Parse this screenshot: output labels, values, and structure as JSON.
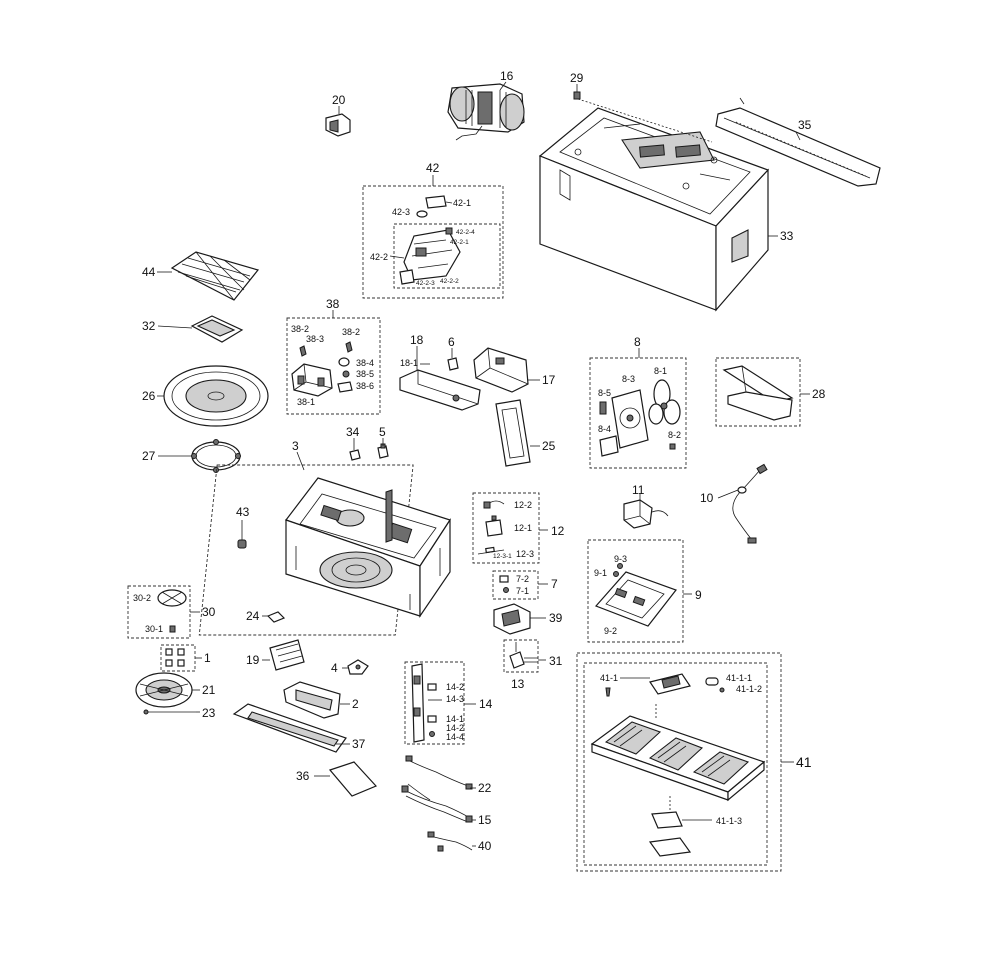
{
  "labels": {
    "l1": "1",
    "l2": "2",
    "l3": "3",
    "l4": "4",
    "l5": "5",
    "l6": "6",
    "l7": "7",
    "l8": "8",
    "l9": "9",
    "l10": "10",
    "l11": "11",
    "l12": "12",
    "l13": "13",
    "l14": "14",
    "l15": "15",
    "l16": "16",
    "l17": "17",
    "l18": "18",
    "l19": "19",
    "l20": "20",
    "l21": "21",
    "l22": "22",
    "l23": "23",
    "l24": "24",
    "l25": "25",
    "l26": "26",
    "l27": "27",
    "l28": "28",
    "l29": "29",
    "l30": "30",
    "l31": "31",
    "l32": "32",
    "l33": "33",
    "l34": "34",
    "l35": "35",
    "l36": "36",
    "l37": "37",
    "l38": "38",
    "l39": "39",
    "l40": "40",
    "l41": "41",
    "l42": "42",
    "l43": "43",
    "l44": "44",
    "l42_1": "42-1",
    "l42_2": "42-2",
    "l42_3": "42-3",
    "l42_2_1": "42-2-1",
    "l42_2_2": "42-2-2",
    "l42_2_3": "42-2-3",
    "l42_2_4": "42-2-4",
    "l38_1": "38-1",
    "l38_2a": "38-2",
    "l38_2b": "38-2",
    "l38_3": "38-3",
    "l38_4": "38-4",
    "l38_5": "38-5",
    "l38_6": "38-6",
    "l18_1": "18-1",
    "l8_1": "8-1",
    "l8_2": "8-2",
    "l8_3": "8-3",
    "l8_4": "8-4",
    "l8_5": "8-5",
    "l12_1": "12-1",
    "l12_2": "12-2",
    "l12_3": "12-3",
    "l12_3_1": "12-3-1",
    "l7_1": "7-1",
    "l7_2": "7-2",
    "l9_1": "9-1",
    "l9_2": "9-2",
    "l9_3": "9-3",
    "l30_1": "30-1",
    "l30_2": "30-2",
    "l14_1": "14-1",
    "l14_2a": "14-2",
    "l14_2b": "14-2",
    "l14_3": "14-3",
    "l14_4": "14-4",
    "l41_1": "41-1",
    "l41_1_1": "41-1-1",
    "l41_1_2": "41-1-2",
    "l41_1_3": "41-1-3"
  }
}
